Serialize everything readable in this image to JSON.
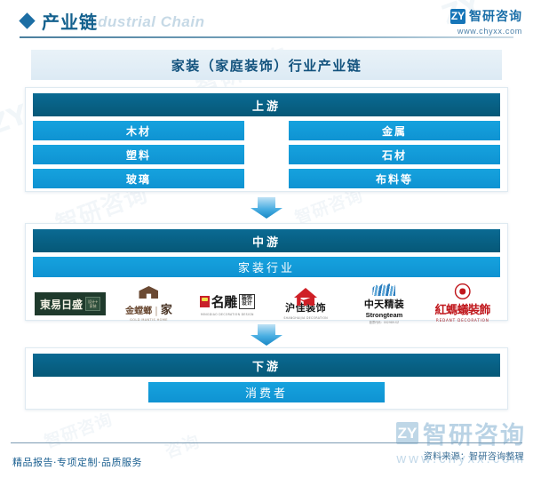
{
  "header": {
    "title": "产业链",
    "subtitle": "Industrial Chain",
    "brand_name": "智研咨询",
    "brand_mark": "ZY",
    "brand_url": "www.chyxx.com"
  },
  "diagram": {
    "title": "家装（家庭装饰）行业产业链",
    "upstream": {
      "label": "上游",
      "left_items": [
        "木材",
        "塑料",
        "玻璃"
      ],
      "right_items": [
        "金属",
        "石材",
        "布料等"
      ]
    },
    "midstream": {
      "label": "中游",
      "industry": "家装行业",
      "companies": [
        {
          "name": "東易日盛",
          "tag_line1": "设计+",
          "tag_line2": "家装"
        },
        {
          "name_cn": "金螳螂",
          "name_cn2": "家",
          "en": "GOLD MANTIS HOME"
        },
        {
          "name_cn": "名雕",
          "box_line1": "装饰",
          "box_line2": "设计",
          "en": "MINGDIAO DECORATION DESIGN"
        },
        {
          "name_cn": "沪佳装饰",
          "en": "SHANGHAIJIA DECORATION"
        },
        {
          "name_cn": "中天精装",
          "en": "Strongteam",
          "tiny": "股票代码：002989.SZ"
        },
        {
          "name_cn": "紅螞蟻裝飾",
          "en": "REDANT DECORATION"
        }
      ]
    },
    "downstream": {
      "label": "下游",
      "items": [
        "消费者"
      ]
    }
  },
  "footer": {
    "left_text": "精品报告·专项定制·品质服务",
    "source_text": "资料来源：智研咨询整理",
    "wm_name": "智研咨询",
    "wm_mark": "ZY",
    "wm_url": "www.chyxx.com"
  },
  "watermarks": {
    "text": "智研咨询",
    "short": "咨询"
  }
}
